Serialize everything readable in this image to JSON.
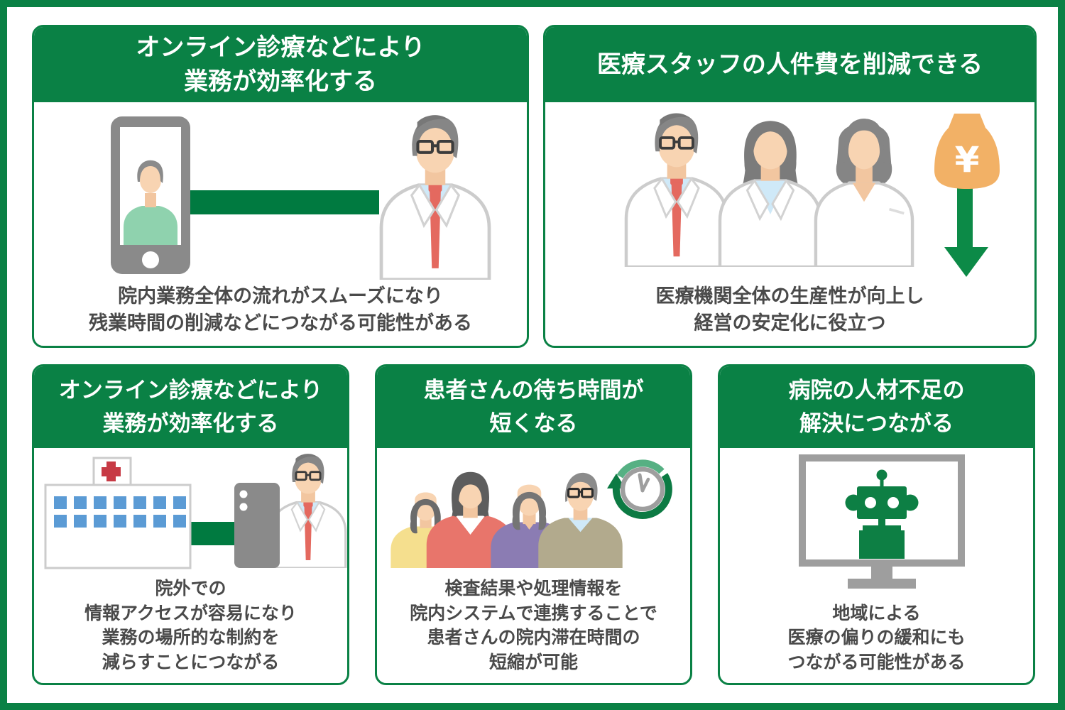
{
  "infographic": {
    "theme": {
      "frame_green": "#0a8145",
      "connector_green": "#007a40",
      "arrow_green": "#0c8a47",
      "money_bag_orange": "#f2b166",
      "window_blue": "#5b9bd5",
      "cross_red": "#c73a45",
      "body_text_gray": "#4a4a4a"
    },
    "cards": [
      {
        "id": "online-efficiency-hospital",
        "title_lines": [
          "オンライン診療などにより",
          "業務が効率化する"
        ],
        "body_lines": [
          "院内業務全体の流れがスムーズになり",
          "残業時間の削減などにつながる可能性がある"
        ],
        "illustration": "smartphone-patient-video-call-with-doctor"
      },
      {
        "id": "staff-cost-reduction",
        "title_lines": [
          "医療スタッフの人件費を削減できる"
        ],
        "body_lines": [
          "医療機関全体の生産性が向上し",
          "経営の安定化に役立つ"
        ],
        "illustration": "medical-staff-and-decreasing-money-bag",
        "money_bag_symbol": "¥"
      },
      {
        "id": "online-efficiency-remote",
        "title_lines": [
          "オンライン診療などにより",
          "業務が効率化する"
        ],
        "body_lines": [
          "院外での",
          "情報アクセスが容易になり",
          "業務の場所的な制約を",
          "減らすことにつながる"
        ],
        "illustration": "hospital-connected-to-doctor-smartphone"
      },
      {
        "id": "shorter-waiting-time",
        "title_lines": [
          "患者さんの待ち時間が",
          "短くなる"
        ],
        "body_lines": [
          "検査結果や処理情報を",
          "院内システムで連携することで",
          "患者さんの院内滞在時間の",
          "短縮が可能"
        ],
        "illustration": "waiting-patients-and-clock"
      },
      {
        "id": "staff-shortage-solution",
        "title_lines": [
          "病院の人材不足の",
          "解決につながる"
        ],
        "body_lines": [
          "地域による",
          "医療の偏りの緩和にも",
          "つながる可能性がある"
        ],
        "illustration": "ai-robot-on-monitor"
      }
    ]
  }
}
